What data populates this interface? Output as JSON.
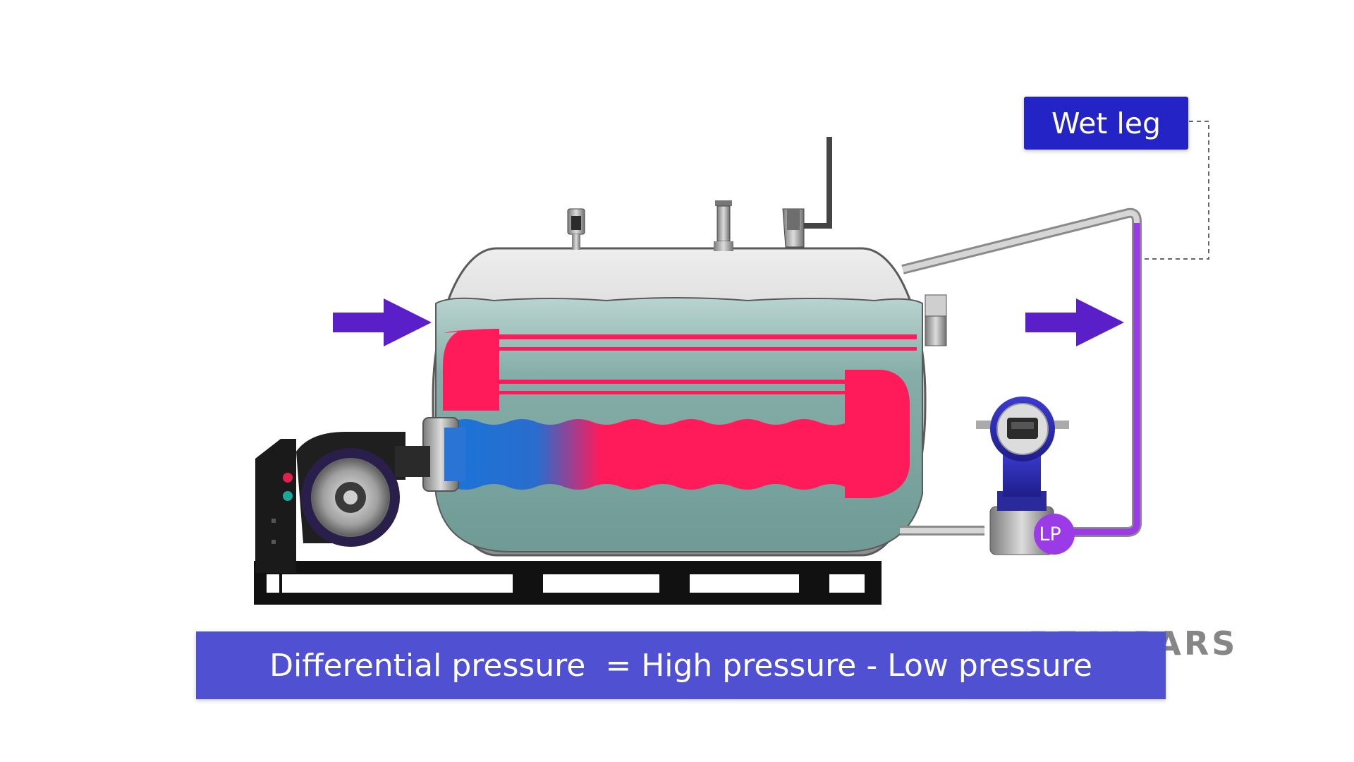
{
  "diagram": {
    "wet_leg_label": "Wet leg",
    "formula": "Differential pressure  = High pressure - Low pressure",
    "transmitter_port_label": "LP",
    "watermark": {
      "faded": "REAL",
      "strong": "PARS"
    }
  },
  "colors": {
    "arrow": "#5a1fc8",
    "flame": "#ff1a5a",
    "water": "#79a7a0",
    "wet_leg_fluid": "#9b3be8",
    "label_box": "#2323c6",
    "formula_bar": "#5050d2"
  },
  "icons": [
    "flow-arrow-left",
    "flow-arrow-right",
    "burner-blower-icon",
    "pressure-transmitter-icon",
    "valve-icon"
  ]
}
